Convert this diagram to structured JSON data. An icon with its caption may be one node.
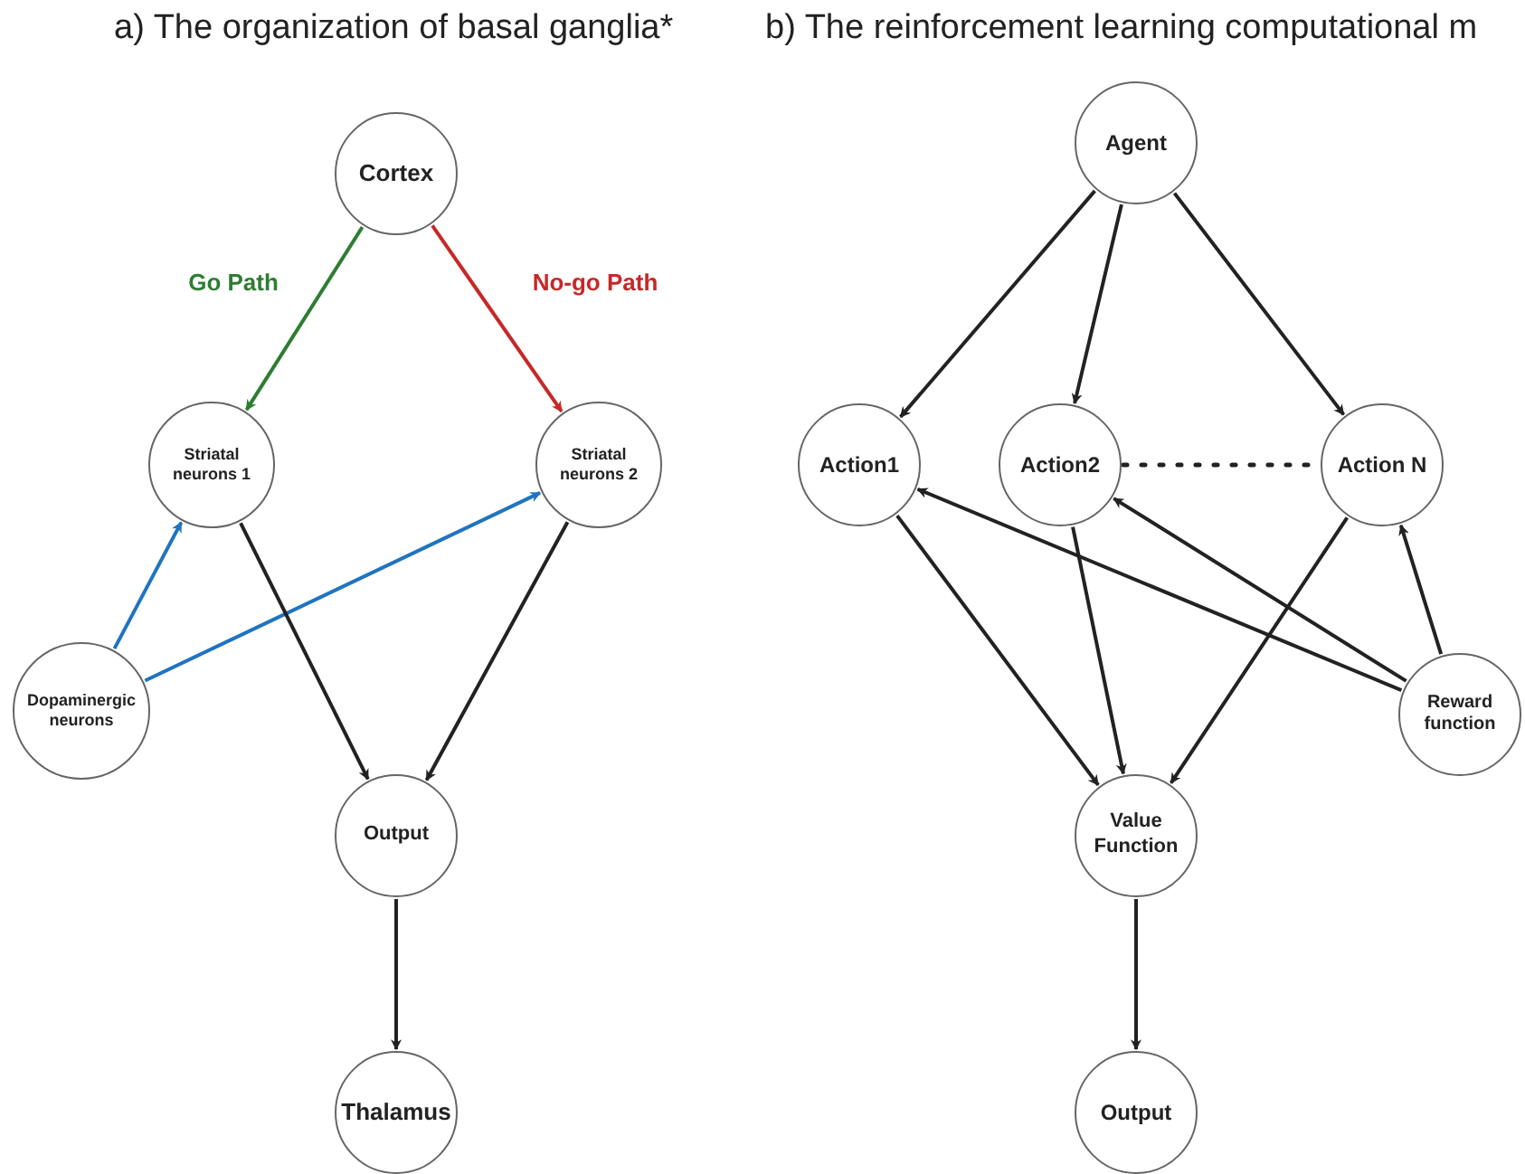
{
  "diagram": {
    "nodes": [
      {
        "text": [
          "Cortex"
        ]
      },
      {
        "text": [
          "Striatal neurons 1"
        ]
      },
      {
        "text": [
          "Striatal neurons 2"
        ]
      },
      {
        "text": [
          "Dopaminergic neurons"
        ]
      },
      {
        "text": [
          "Output"
        ]
      },
      {
        "text": [
          "Thalamus"
        ]
      },
      {
        "text": [
          "Agent"
        ]
      },
      {
        "text": [
          "Action1"
        ]
      },
      {
        "text": [
          "Action2"
        ]
      },
      {
        "text": [
          "Action N"
        ]
      },
      {
        "text": [
          "Reward function"
        ]
      },
      {
        "text": [
          "Value Function"
        ]
      },
      {
        "text": [
          "Output"
        ]
      }
    ],
    "edges": [
      {
        "from": 0,
        "to": 1,
        "arrow": "to",
        "label": "Go Path",
        "color": "#2e7d32"
      },
      {
        "from": 0,
        "to": 2,
        "arrow": "to",
        "label": "No-go Path",
        "color": "#c62828"
      },
      {
        "from": 3,
        "to": 1,
        "arrow": "to",
        "color": "#1f74c0"
      },
      {
        "from": 3,
        "to": 2,
        "arrow": "to",
        "color": "#1f74c0"
      },
      {
        "from": 1,
        "to": 4,
        "arrow": "to"
      },
      {
        "from": 2,
        "to": 4,
        "arrow": "to"
      },
      {
        "from": 4,
        "to": 5,
        "arrow": "to"
      },
      {
        "from": 6,
        "to": 7,
        "arrow": "to"
      },
      {
        "from": 6,
        "to": 8,
        "arrow": "to"
      },
      {
        "from": 6,
        "to": 9,
        "arrow": "to"
      },
      {
        "from": 8,
        "to": 9,
        "arrow": "none",
        "style": "dashed"
      },
      {
        "from": 7,
        "to": 11,
        "arrow": "to"
      },
      {
        "from": 8,
        "to": 11,
        "arrow": "to"
      },
      {
        "from": 9,
        "to": 11,
        "arrow": "to"
      },
      {
        "from": 10,
        "to": 7,
        "arrow": "to"
      },
      {
        "from": 10,
        "to": 8,
        "arrow": "to"
      },
      {
        "from": 10,
        "to": 9,
        "arrow": "to"
      },
      {
        "from": 11,
        "to": 12,
        "arrow": "to"
      }
    ],
    "labels": [
      "a) The organization of basal ganglia*",
      "b) The reinforcement learning computational m"
    ]
  }
}
